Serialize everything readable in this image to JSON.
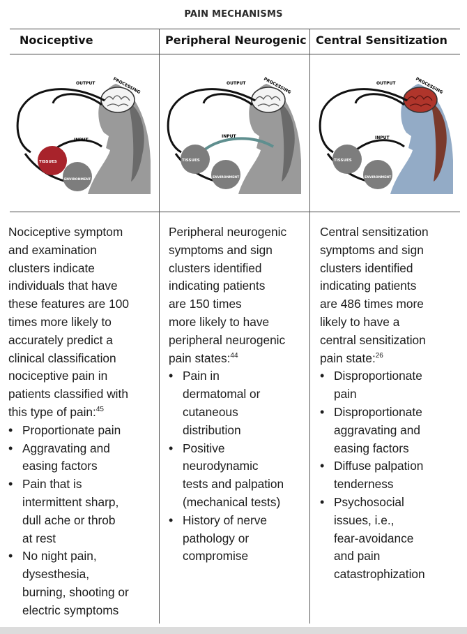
{
  "title": "PAIN MECHANISMS",
  "columns": [
    {
      "heading": "Nociceptive",
      "diagram_labels": {
        "output": "OUTPUT",
        "processing": "PROCESSING",
        "input": "INPUT",
        "tissues": "TISSUES",
        "environment": "ENVIRONMENT"
      },
      "intro_lines": [
        "Nociceptive symptom",
        "and examination",
        "clusters indicate",
        "individuals that have",
        "these features are 100",
        "times more likely to",
        "accurately predict a",
        "clinical classification",
        "nociceptive pain in",
        "patients classified with",
        "this type of pain:"
      ],
      "intro_ref": "45",
      "bullets": [
        [
          "Proportionate pain"
        ],
        [
          "Aggravating and",
          "easing factors"
        ],
        [
          "Pain that is",
          "intermittent sharp,",
          "dull ache or throb",
          "at rest"
        ],
        [
          "No night pain,",
          "dysesthesia,",
          "burning, shooting or",
          "electric symptoms"
        ]
      ]
    },
    {
      "heading": "Peripheral Neurogenic",
      "diagram_labels": {
        "output": "OUTPUT",
        "processing": "PROCESSING",
        "input": "INPUT",
        "tissues": "TISSUES",
        "environment": "ENVIRONMENT"
      },
      "intro_lines": [
        "Peripheral neurogenic",
        "symptoms and sign",
        "clusters identified",
        "indicating patients",
        "are 150 times",
        "more likely to have",
        "peripheral neurogenic",
        "pain states:"
      ],
      "intro_ref": "44",
      "bullets": [
        [
          "Pain in",
          "dermatomal or",
          "cutaneous",
          "distribution"
        ],
        [
          "Positive",
          "neurodynamic",
          "tests and palpation",
          "(mechanical tests)"
        ],
        [
          "History of nerve",
          "pathology or",
          "compromise"
        ]
      ]
    },
    {
      "heading": "Central Sensitization",
      "diagram_labels": {
        "output": "OUTPUT",
        "processing": "PROCESSING",
        "input": "INPUT",
        "tissues": "TISSUES",
        "environment": "ENVIRONMENT"
      },
      "intro_lines": [
        "Central sensitization",
        "symptoms and sign",
        "clusters identified",
        "indicating patients",
        "are 486 times more",
        "likely to have a",
        "central sensitization",
        "pain state:"
      ],
      "intro_ref": "26",
      "bullets": [
        [
          "Disproportionate",
          "pain"
        ],
        [
          "Disproportionate",
          "aggravating and",
          "easing factors"
        ],
        [
          "Diffuse palpation",
          "tenderness"
        ],
        [
          "Psychosocial",
          "issues, i.e.,",
          "fear-avoidance",
          "and pain",
          "catastrophization"
        ]
      ]
    }
  ],
  "colors": {
    "rule": "#444444",
    "tissue_highlight": "#a8232b",
    "sphere_grey": "#7d7d7d",
    "input_highlight": "#5f8f8f",
    "brain_highlight": "#b0352b",
    "body_grey": "#9a9a9a",
    "body_blue": "#93abc6",
    "hair_brown": "#7a3a2c",
    "hair_grey": "#6a6a6a"
  }
}
